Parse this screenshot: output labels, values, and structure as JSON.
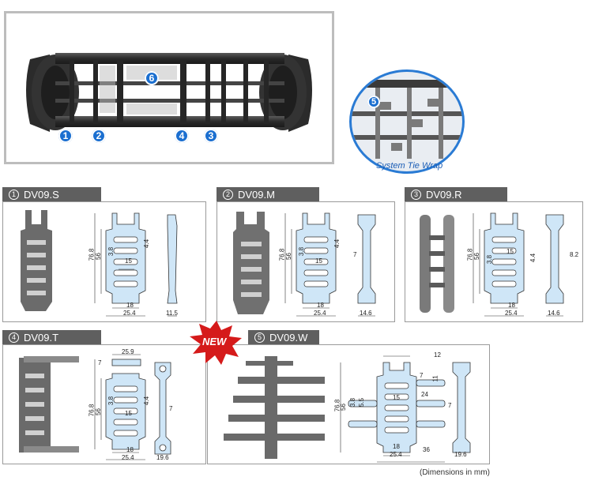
{
  "hero": {
    "markers": [
      "1",
      "2",
      "4",
      "3",
      "6"
    ],
    "inset_marker": "5",
    "inset_label": "System Tie Wrap"
  },
  "panels": [
    {
      "number": "1",
      "title": "DV09.S",
      "dims": {
        "height_total": "76.8",
        "height_inner": "56",
        "slot": "3.8",
        "slot_gap": "4.4",
        "bar": "15",
        "inner_w": "18",
        "outer_w": "25.4",
        "side_w": "11.5"
      }
    },
    {
      "number": "2",
      "title": "DV09.M",
      "dims": {
        "height_total": "76.8",
        "height_inner": "56",
        "slot": "3.8",
        "slot_gap": "4.4",
        "bar": "15",
        "inner_w": "18",
        "outer_w": "25.4",
        "side_w": "14.6",
        "side_t": "7"
      }
    },
    {
      "number": "3",
      "title": "DV09.R",
      "dims": {
        "height_total": "76.8",
        "height_inner": "56",
        "slot": "3.8",
        "slot_gap": "4.4",
        "bar": "15",
        "inner_w": "18",
        "outer_w": "25.4",
        "side_w": "14.6",
        "side_t": "8.2"
      }
    },
    {
      "number": "4",
      "title": "DV09.T",
      "dims": {
        "top_w": "25.9",
        "top_h": "7",
        "height_total": "76.8",
        "height_inner": "56",
        "slot": "3.8",
        "slot_gap": "4.4",
        "bar": "15",
        "inner_w": "18",
        "outer_w": "25.4",
        "side_w": "19.6",
        "side_t": "7"
      }
    },
    {
      "number": "5",
      "title": "DV09.W",
      "dims": {
        "top_w": "12",
        "height_total": "76.8",
        "height_inner": "56",
        "slot": "3.8",
        "slot_gap": "5.5",
        "bar": "15",
        "arm": "24",
        "arm_t": "7",
        "arm_t2": "11",
        "inner_w": "18",
        "outer_w": "25.4",
        "arm_w": "36",
        "side_w": "19.6",
        "side_t": "7"
      }
    }
  ],
  "new_badge": "NEW",
  "footnote": "(Dimensions in mm)",
  "colors": {
    "part_fill": "#cfe6f7",
    "tab_bg": "#5f5f5f",
    "marker": "#1b6fd0"
  }
}
